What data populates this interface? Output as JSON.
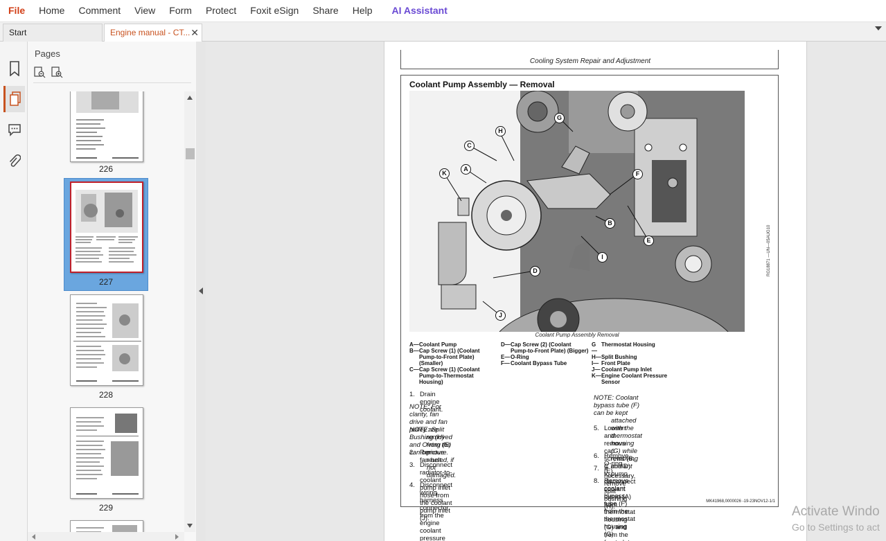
{
  "menu": {
    "file": "File",
    "home": "Home",
    "comment": "Comment",
    "view": "View",
    "form": "Form",
    "protect": "Protect",
    "esign": "Foxit eSign",
    "share": "Share",
    "help": "Help",
    "ai": "AI Assistant"
  },
  "tabs": {
    "start": "Start",
    "active": "Engine manual - CT...",
    "close": "✕"
  },
  "panel": {
    "title": "Pages",
    "thumbnails": [
      {
        "label": "226"
      },
      {
        "label": "227",
        "selected": true
      },
      {
        "label": "228"
      },
      {
        "label": "229"
      }
    ]
  },
  "page": {
    "header": "Cooling System Repair and Adjustment",
    "section_title": "Coolant Pump Assembly — Removal",
    "figure_side_label": "RG18871 —UN—05AUG10",
    "figure_caption": "Coolant Pump Assembly Removal",
    "callouts": [
      "G",
      "H",
      "C",
      "A",
      "K",
      "F",
      "B",
      "E",
      "I",
      "D",
      "J"
    ],
    "legend": {
      "col1": [
        {
          "k": "A—",
          "t": "Coolant Pump"
        },
        {
          "k": "B—",
          "t": "Cap Screw (1) (Coolant"
        },
        {
          "k": "",
          "t": "Pump-to-Front Plate)"
        },
        {
          "k": "",
          "t": "(Smaller)"
        },
        {
          "k": "C—",
          "t": "Cap Screw (1) (Coolant"
        },
        {
          "k": "",
          "t": "Pump-to-Thermostat"
        },
        {
          "k": "",
          "t": "Housing)"
        }
      ],
      "col2": [
        {
          "k": "D—",
          "t": "Cap Screw (2) (Coolant"
        },
        {
          "k": "",
          "t": "Pump-to-Front Plate) (Bigger)"
        },
        {
          "k": "E—",
          "t": "O-Ring"
        },
        {
          "k": "F—",
          "t": "Coolant Bypass Tube"
        }
      ],
      "col3": [
        {
          "k": "G—",
          "t": "Thermostat Housing"
        },
        {
          "k": "H—",
          "t": "Split Bushing"
        },
        {
          "k": "I—",
          "t": "Front Plate"
        },
        {
          "k": "J—",
          "t": "Coolant Pump Inlet"
        },
        {
          "k": "K—",
          "t": "Engine Coolant Pressure"
        },
        {
          "k": "",
          "t": "Sensor"
        }
      ]
    },
    "left_steps": {
      "s1": {
        "n": "1.",
        "t": "Drain engine coolant."
      },
      "note1_a": "NOTE: For clarity, fan drive and fan pulley are",
      "note1_b": "removed from the picture.",
      "note2_a": "NOTE: Split Bushing (H) and O-ring (E) can be",
      "note2_b": "reused, if not damaged.",
      "s2": {
        "n": "2.",
        "t": "Remove fan belt."
      },
      "s3": {
        "n": "3.",
        "t1": "Disconnect radiator-to-coolant pump inlet hose from",
        "t2": "the coolant pump inlet (J)."
      },
      "s4": {
        "n": "4.",
        "t1": "Disconnect wiring harness connector from the engine",
        "t2": "coolant pressure sensor (K)."
      }
    },
    "right_steps": {
      "note_a": "NOTE: Coolant bypass tube (F) can be kept",
      "note_b": "attached with the thermostat housing (G) while",
      "note_c": "removing coolant pump.",
      "s5": {
        "n": "5.",
        "t1": "Loosen and remove cap screws (B, C and D) to",
        "t2": "disconnect coolant pump (A) from thermostat housing",
        "t3": "(G) and from the front plate (I)."
      },
      "s6": {
        "n": "6.",
        "t": "Remove O-ring (E)."
      },
      "s7": {
        "n": "7.",
        "t": "If necessary, remove split bushing (H)."
      },
      "s8": {
        "n": "8.",
        "t1": "Remove coolant bypass tube (F) from the thermostat",
        "t2": "housing (G)."
      }
    },
    "footer_ref": "MK41968,0000026 -19-23NOV12-1/1"
  },
  "watermark": {
    "line1": "Activate Windo",
    "line2": "Go to Settings to act"
  },
  "colors": {
    "accent": "#c8521f",
    "ai": "#6a4ad4",
    "selection": "#6aa6df"
  }
}
